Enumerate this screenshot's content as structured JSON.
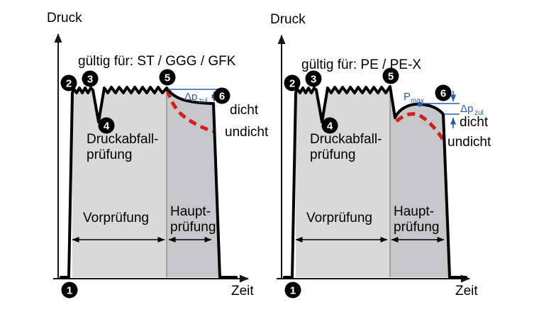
{
  "palette": {
    "curve": "#000000",
    "leak_red": "#d01f1f",
    "annotation_blue": "#2a5ca8",
    "preliminary_fill": "#d9d9d9",
    "main_fill": "#c7c7c9",
    "background": "#ffffff"
  },
  "diagrams": [
    {
      "validity_title": "gültig für: ST / GGG / GFK",
      "y_axis_label": "Druck",
      "x_axis_label": "Zeit",
      "pressure_drop_test_line1": "Druckabfall-",
      "pressure_drop_test_line2": "prüfung",
      "preliminary_test_label": "Vorprüfung",
      "main_test_line1": "Haupt-",
      "main_test_line2": "prüfung",
      "tight_label": "dicht",
      "leaky_label": "undicht",
      "dp_label": "Δp",
      "dp_sub": "zul",
      "markers": [
        "1",
        "2",
        "3",
        "4",
        "5",
        "6"
      ]
    },
    {
      "validity_title": "gültig für: PE / PE-X",
      "y_axis_label": "Druck",
      "x_axis_label": "Zeit",
      "pressure_drop_test_line1": "Druckabfall-",
      "pressure_drop_test_line2": "prüfung",
      "preliminary_test_label": "Vorprüfung",
      "main_test_line1": "Haupt-",
      "main_test_line2": "prüfung",
      "tight_label": "dicht",
      "leaky_label": "undicht",
      "dp_label": "Δp",
      "dp_sub": "zul",
      "pmax_label": "P",
      "pmax_sub": "max",
      "markers": [
        "1",
        "2",
        "3",
        "4",
        "5",
        "6"
      ]
    }
  ]
}
